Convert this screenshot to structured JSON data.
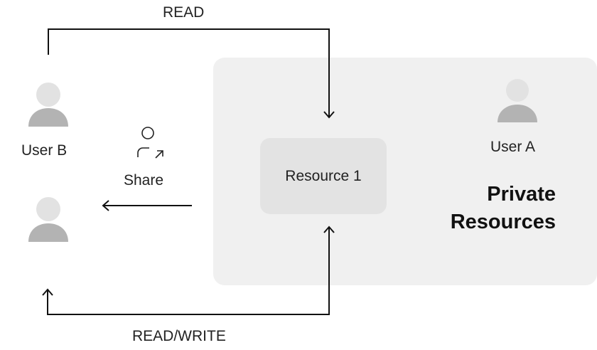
{
  "labels": {
    "read": "READ",
    "read_write": "READ/WRITE",
    "user_b": "User B",
    "user_a": "User A",
    "share": "Share",
    "resource": "Resource 1",
    "private_title_line1": "Private",
    "private_title_line2": "Resources"
  },
  "icons": {
    "user": "user-icon",
    "share": "share-icon",
    "arrow": "arrow-icon"
  },
  "colors": {
    "panel": "#f0f0f0",
    "resource_box": "#e3e3e3",
    "avatar_head": "#e2e2e2",
    "avatar_body": "#b3b3b3",
    "line": "#111111"
  }
}
